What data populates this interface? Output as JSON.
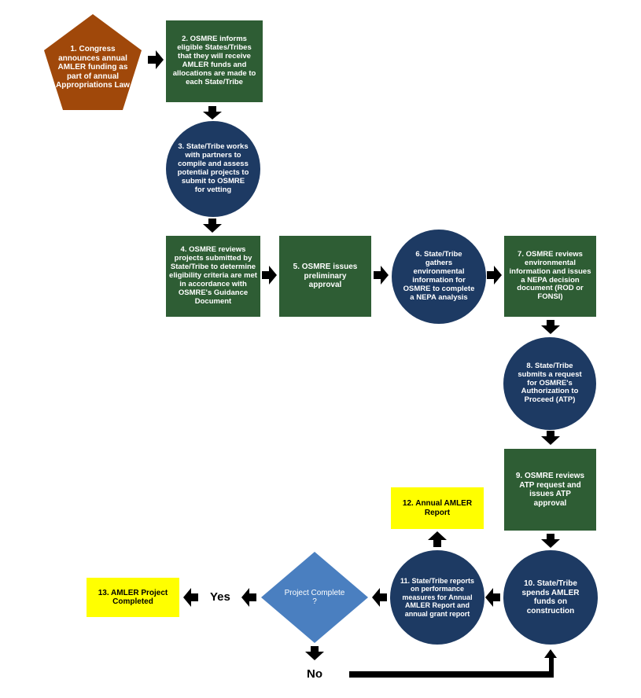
{
  "colors": {
    "green": "#2e5d34",
    "navy": "#1d3a63",
    "brown": "#a0480a",
    "diamond": "#4a7fc0",
    "yellow": "#ffff00",
    "arrow": "#000000"
  },
  "steps": {
    "s1": "1. Congress announces annual AMLER funding as part of annual Appropriations Law",
    "s2": "2. OSMRE informs eligible States/Tribes that they will receive AMLER funds and allocations are made to each State/Tribe",
    "s3": "3. State/Tribe works with partners to compile and assess potential projects to submit to OSMRE for vetting",
    "s4": "4. OSMRE reviews projects submitted by State/Tribe to determine eligibility criteria are met in accordance with OSMRE's Guidance Document",
    "s5": "5. OSMRE issues preliminary approval",
    "s6": "6. State/Tribe gathers environmental information for OSMRE to complete a NEPA analysis",
    "s7": "7. OSMRE reviews environmental information and issues a NEPA decision document (ROD or FONSI)",
    "s8": "8. State/Tribe submits a request for OSMRE's Authorization to Proceed (ATP)",
    "s9": "9. OSMRE reviews ATP request and issues ATP approval",
    "s10": "10. State/Tribe spends AMLER funds on construction",
    "s11": "11. State/Tribe reports on performance measures for Annual AMLER Report and annual grant report",
    "s12": "12. Annual AMLER Report",
    "s13": "13. AMLER Project Completed"
  },
  "decision": {
    "question": "Project Complete ?",
    "yes": "Yes",
    "no": "No"
  }
}
